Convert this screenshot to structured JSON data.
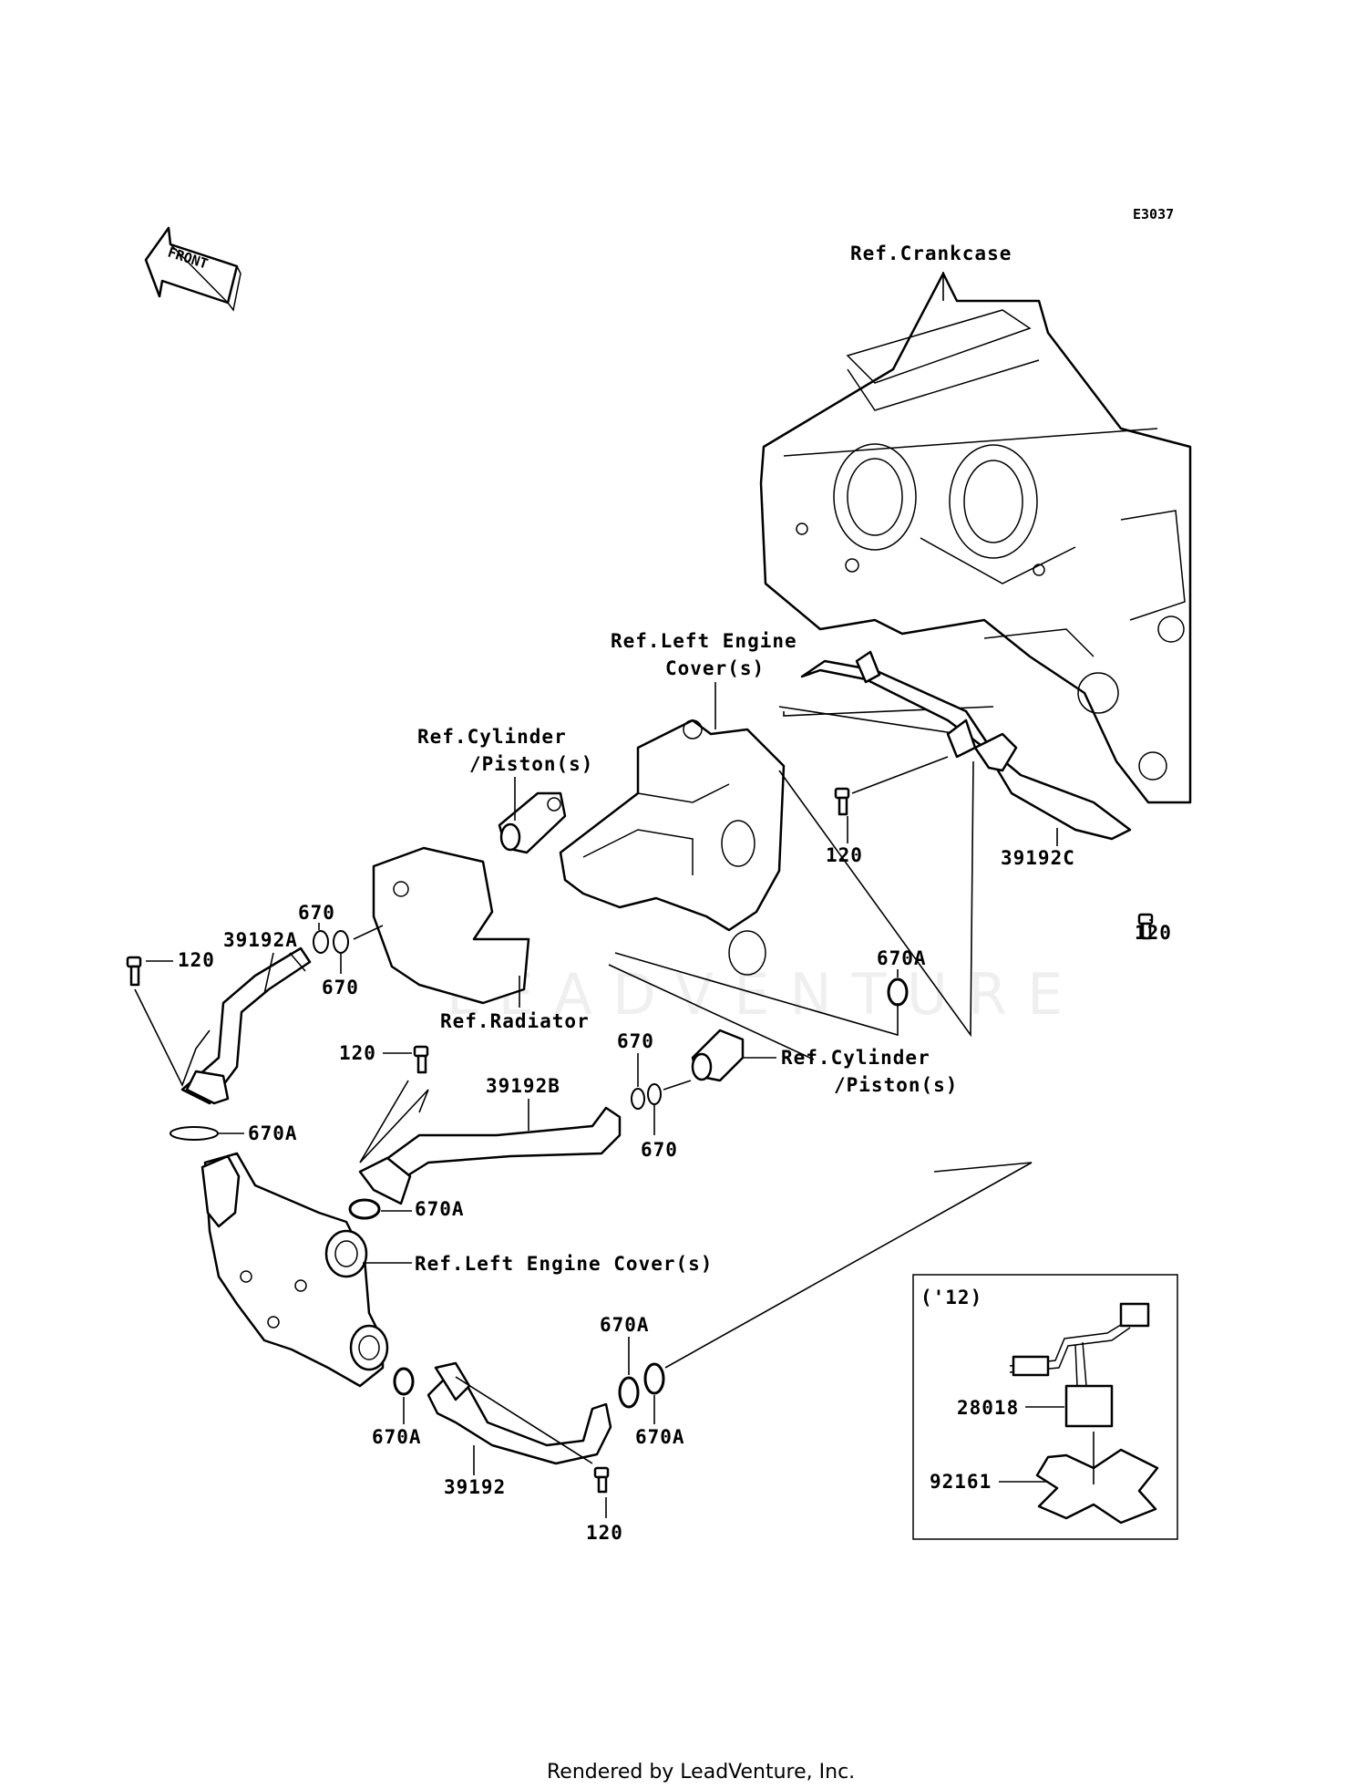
{
  "diagram_code": "E3037",
  "front_label": "FRONT",
  "watermark": "LEADVENTURE",
  "footer": "Rendered by LeadVenture, Inc.",
  "references": {
    "crankcase": "Ref.Crankcase",
    "left_engine_cover_top_1": "Ref.Left Engine",
    "left_engine_cover_top_2": "Cover(s)",
    "cylinder_piston_1a": "Ref.Cylinder",
    "cylinder_piston_1b": "/Piston(s)",
    "radiator": "Ref.Radiator",
    "cylinder_piston_2a": "Ref.Cylinder",
    "cylinder_piston_2b": "/Piston(s)",
    "left_engine_cover_bottom": "Ref.Left Engine Cover(s)"
  },
  "parts": {
    "p39192A": "39192A",
    "p39192B": "39192B",
    "p39192C": "39192C",
    "p39192": "39192",
    "p120": "120",
    "p670": "670",
    "p670A": "670A",
    "p28018": "28018",
    "p92161": "92161"
  },
  "inset_label": "('12)"
}
